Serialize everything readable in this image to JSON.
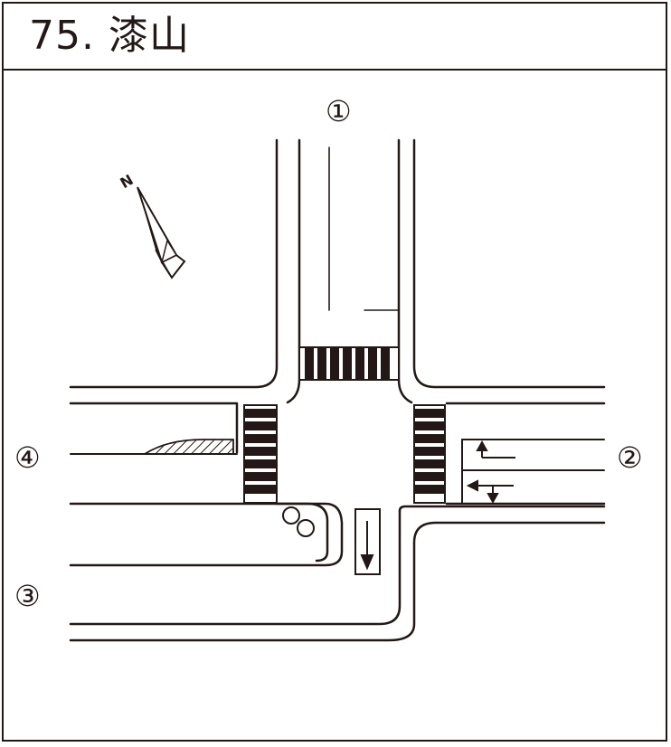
{
  "header": {
    "title": "75. 漆山"
  },
  "directions": {
    "north_up": "①",
    "east": "②",
    "southwest": "③",
    "west": "④"
  },
  "compass": {
    "label": "N"
  },
  "colors": {
    "ink": "#231815",
    "background": "#ffffff"
  }
}
